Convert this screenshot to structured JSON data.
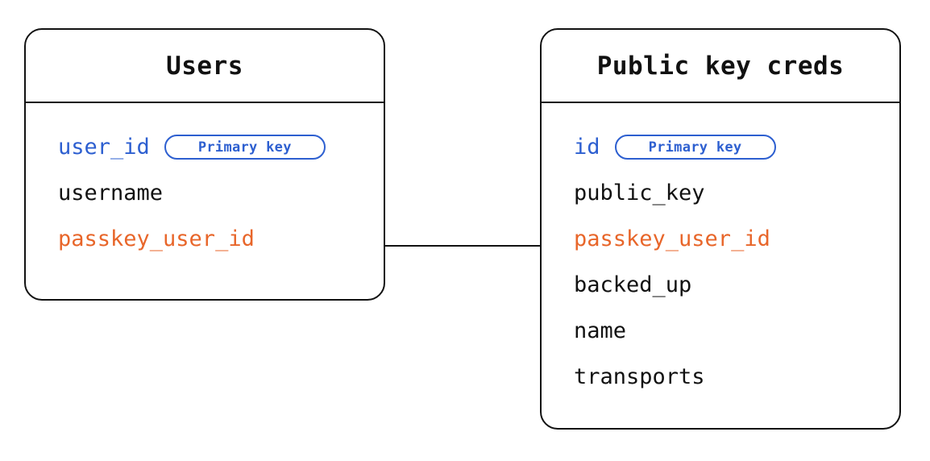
{
  "diagram": {
    "type": "entity-relationship-diagram",
    "background_color": "#ffffff",
    "colors": {
      "border": "#121212",
      "text": "#111111",
      "primary_key": "#2d5fd0",
      "foreign_key": "#e8662a"
    },
    "entities": [
      {
        "id": "users",
        "title": "Users",
        "fields": [
          {
            "name": "user_id",
            "role": "primary_key",
            "badge": "Primary key"
          },
          {
            "name": "username",
            "role": "plain",
            "badge": null
          },
          {
            "name": "passkey_user_id",
            "role": "foreign_key",
            "badge": null
          }
        ]
      },
      {
        "id": "credentials",
        "title": "Public key creds",
        "fields": [
          {
            "name": "id",
            "role": "primary_key",
            "badge": "Primary key"
          },
          {
            "name": "public_key",
            "role": "plain",
            "badge": null
          },
          {
            "name": "passkey_user_id",
            "role": "foreign_key",
            "badge": null
          },
          {
            "name": "backed_up",
            "role": "plain",
            "badge": null
          },
          {
            "name": "name",
            "role": "plain",
            "badge": null
          },
          {
            "name": "transports",
            "role": "plain",
            "badge": null
          }
        ]
      }
    ],
    "relationships": [
      {
        "from_entity": "users",
        "from_field": "passkey_user_id",
        "to_entity": "credentials",
        "to_field": "passkey_user_id",
        "style": "straight-line",
        "label": ""
      }
    ]
  }
}
